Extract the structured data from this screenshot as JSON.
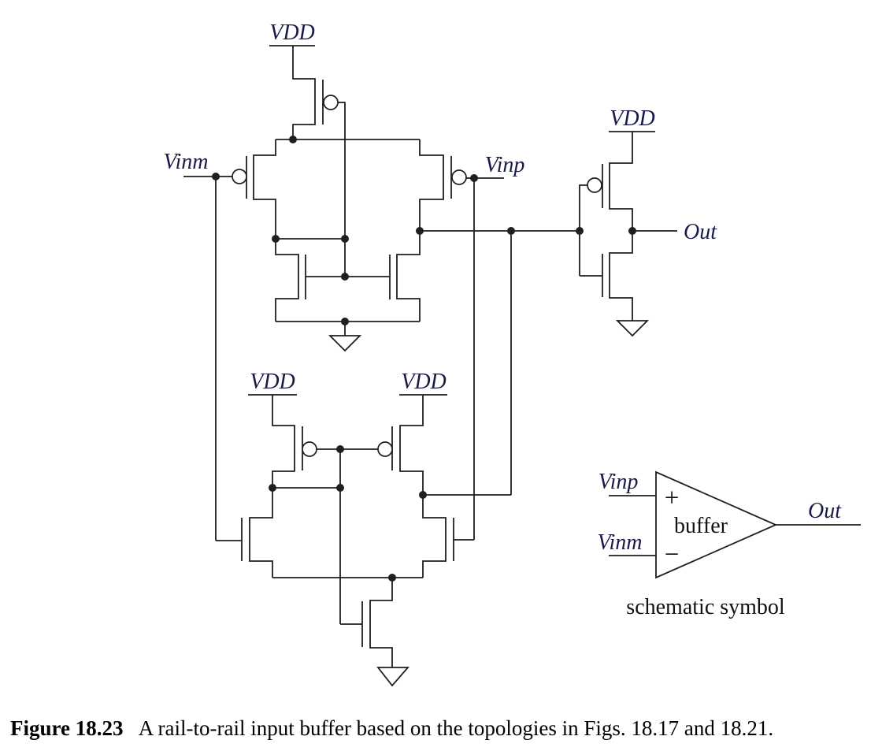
{
  "colors": {
    "background": "#ffffff",
    "wire": "#1f1f1f",
    "label_text": "#1a1a4a",
    "body_text": "#000000"
  },
  "schematic": {
    "vdd_top": "VDD",
    "vdd_output_stage": "VDD",
    "vdd_bottom_left": "VDD",
    "vdd_bottom_right": "VDD",
    "vinm": "Vinm",
    "vinp": "Vinp",
    "out": "Out"
  },
  "symbol": {
    "vinp": "Vinp",
    "vinm": "Vinm",
    "plus": "+",
    "minus": "−",
    "buffer": "buffer",
    "out": "Out",
    "caption": "schematic symbol"
  },
  "caption": {
    "figure_number": "Figure 18.23",
    "body": "A rail-to-rail input buffer based on the topologies in Figs. 18.17 and 18.21."
  }
}
